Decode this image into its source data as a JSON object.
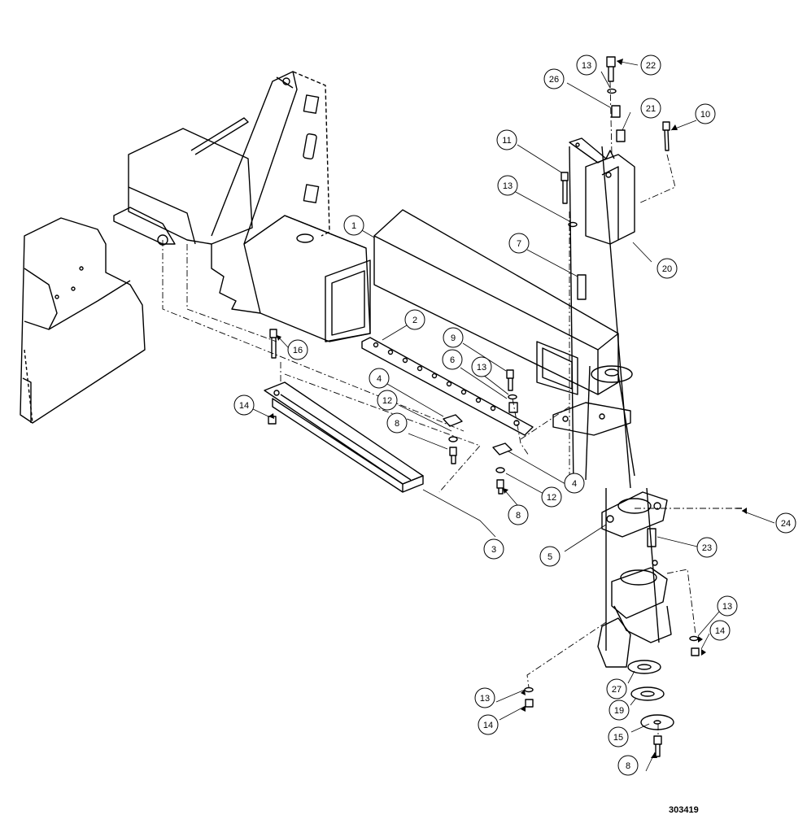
{
  "figure_id": "303419",
  "callouts": [
    {
      "id": "c1",
      "label": "1"
    },
    {
      "id": "c2",
      "label": "2"
    },
    {
      "id": "c3",
      "label": "3"
    },
    {
      "id": "c4a",
      "label": "4"
    },
    {
      "id": "c4b",
      "label": "4"
    },
    {
      "id": "c5",
      "label": "5"
    },
    {
      "id": "c6",
      "label": "6"
    },
    {
      "id": "c7",
      "label": "7"
    },
    {
      "id": "c8a",
      "label": "8"
    },
    {
      "id": "c8b",
      "label": "8"
    },
    {
      "id": "c8c",
      "label": "8"
    },
    {
      "id": "c9",
      "label": "9"
    },
    {
      "id": "c10",
      "label": "10"
    },
    {
      "id": "c11",
      "label": "11"
    },
    {
      "id": "c12a",
      "label": "12"
    },
    {
      "id": "c12b",
      "label": "12"
    },
    {
      "id": "c13a",
      "label": "13"
    },
    {
      "id": "c13b",
      "label": "13"
    },
    {
      "id": "c13c",
      "label": "13"
    },
    {
      "id": "c13d",
      "label": "13"
    },
    {
      "id": "c13e",
      "label": "13"
    },
    {
      "id": "c14a",
      "label": "14"
    },
    {
      "id": "c14b",
      "label": "14"
    },
    {
      "id": "c14c",
      "label": "14"
    },
    {
      "id": "c15",
      "label": "15"
    },
    {
      "id": "c16",
      "label": "16"
    },
    {
      "id": "c19",
      "label": "19"
    },
    {
      "id": "c20",
      "label": "20"
    },
    {
      "id": "c21",
      "label": "21"
    },
    {
      "id": "c22",
      "label": "22"
    },
    {
      "id": "c23",
      "label": "23"
    },
    {
      "id": "c24",
      "label": "24"
    },
    {
      "id": "c26",
      "label": "26"
    },
    {
      "id": "c27",
      "label": "27"
    }
  ]
}
